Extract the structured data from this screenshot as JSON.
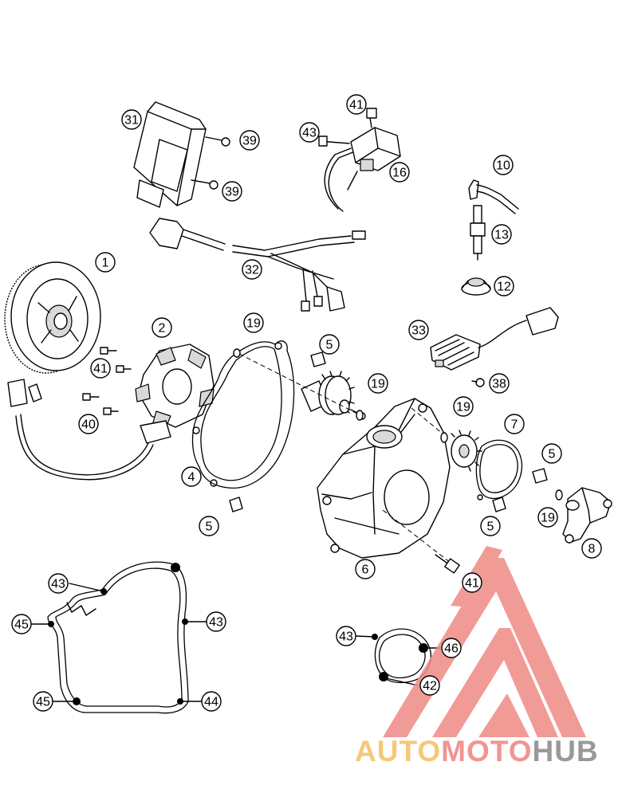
{
  "callouts": [
    {
      "id": "c1",
      "label": "1"
    },
    {
      "id": "c2",
      "label": "2"
    },
    {
      "id": "c4",
      "label": "4"
    },
    {
      "id": "c5a",
      "label": "5"
    },
    {
      "id": "c5b",
      "label": "5"
    },
    {
      "id": "c5c",
      "label": "5"
    },
    {
      "id": "c5d",
      "label": "5"
    },
    {
      "id": "c6",
      "label": "6"
    },
    {
      "id": "c7",
      "label": "7"
    },
    {
      "id": "c8",
      "label": "8"
    },
    {
      "id": "c10",
      "label": "10"
    },
    {
      "id": "c12",
      "label": "12"
    },
    {
      "id": "c13",
      "label": "13"
    },
    {
      "id": "c16",
      "label": "16"
    },
    {
      "id": "c19a",
      "label": "19"
    },
    {
      "id": "c19b",
      "label": "19"
    },
    {
      "id": "c19c",
      "label": "19"
    },
    {
      "id": "c19d",
      "label": "19"
    },
    {
      "id": "c31",
      "label": "31"
    },
    {
      "id": "c32",
      "label": "32"
    },
    {
      "id": "c33",
      "label": "33"
    },
    {
      "id": "c38",
      "label": "38"
    },
    {
      "id": "c39a",
      "label": "39"
    },
    {
      "id": "c39b",
      "label": "39"
    },
    {
      "id": "c40",
      "label": "40"
    },
    {
      "id": "c41a",
      "label": "41"
    },
    {
      "id": "c41b",
      "label": "41"
    },
    {
      "id": "c41c",
      "label": "41"
    },
    {
      "id": "c42",
      "label": "42"
    },
    {
      "id": "c43a",
      "label": "43"
    },
    {
      "id": "c43b",
      "label": "43"
    },
    {
      "id": "c43c",
      "label": "43"
    },
    {
      "id": "c43d",
      "label": "43"
    },
    {
      "id": "c44",
      "label": "44"
    },
    {
      "id": "c45a",
      "label": "45"
    },
    {
      "id": "c45b",
      "label": "45"
    },
    {
      "id": "c46",
      "label": "46"
    }
  ],
  "watermark": {
    "part1": "AUTO",
    "part2": "MOTO",
    "part3": "HUB",
    "colors": {
      "auto": "#f5c36b",
      "moto": "#ef8a86",
      "hub": "#8f8f8f",
      "logo": "#ef8a86"
    }
  }
}
